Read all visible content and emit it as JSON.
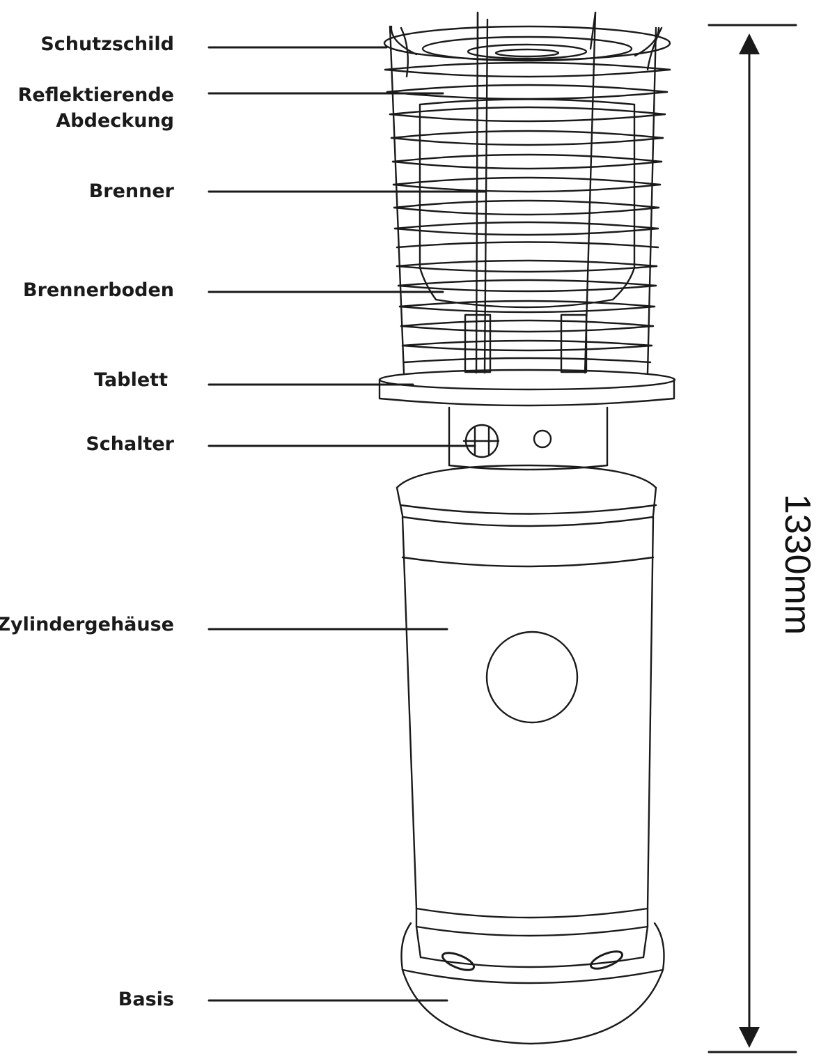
{
  "labels": {
    "schutzschild": "Schutzschild",
    "reflektierende_1": "Reflektierende",
    "reflektierende_2": "Abdeckung",
    "brenner": "Brenner",
    "brennerboden": "Brennerboden",
    "tablett": "Tablett",
    "schalter": "Schalter",
    "zylindergehaeuse": "Zylindergehäuse",
    "basis": "Basis"
  },
  "dimension": {
    "height_label": "1330mm"
  },
  "colors": {
    "line": "#1a1a1a",
    "background": "#ffffff"
  }
}
